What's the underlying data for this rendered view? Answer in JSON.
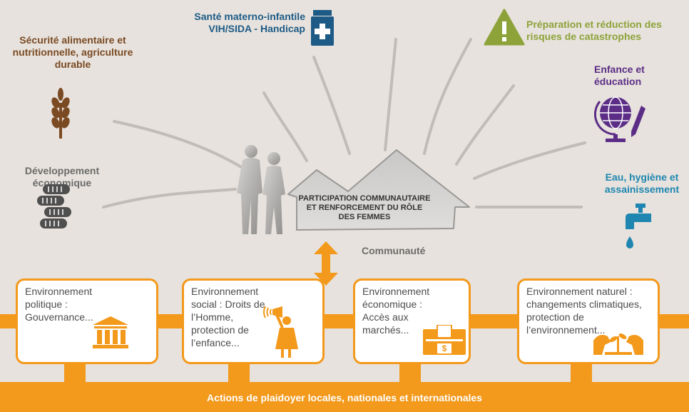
{
  "sectors": {
    "food": "Sécurité alimentaire et nutritionnelle, agriculture durable",
    "health": "Santé materno-infantile VIH/SIDA - Handicap",
    "risk": "Préparation et réduction des risques de catastrophes",
    "child": "Enfance et éducation",
    "development": "Développement économique",
    "water": "Eau, hygiène et assainissement"
  },
  "center": {
    "house_label": "PARTICIPATION COMMUNAUTAIRE ET RENFORCEMENT DU RÔLE DES FEMMES",
    "community": "Communauté"
  },
  "environments": [
    {
      "text": "Environnement politique : Gouvernance..."
    },
    {
      "text": "Environnement social : Droits de l’Homme, protection de l’enfance..."
    },
    {
      "text": "Environnement économique : Accès aux marchés..."
    },
    {
      "text": "Environnement naturel : changements climatiques, protection de l’environnement..."
    }
  ],
  "footer": "Actions de plaidoyer locales, nationales et internationales",
  "colors": {
    "orange": "#f3991b",
    "background": "#e7e2dd",
    "food": "#7a4a23",
    "health": "#1d5b86",
    "risk": "#8da33a",
    "child": "#5b2d86",
    "water": "#1e86b0"
  }
}
